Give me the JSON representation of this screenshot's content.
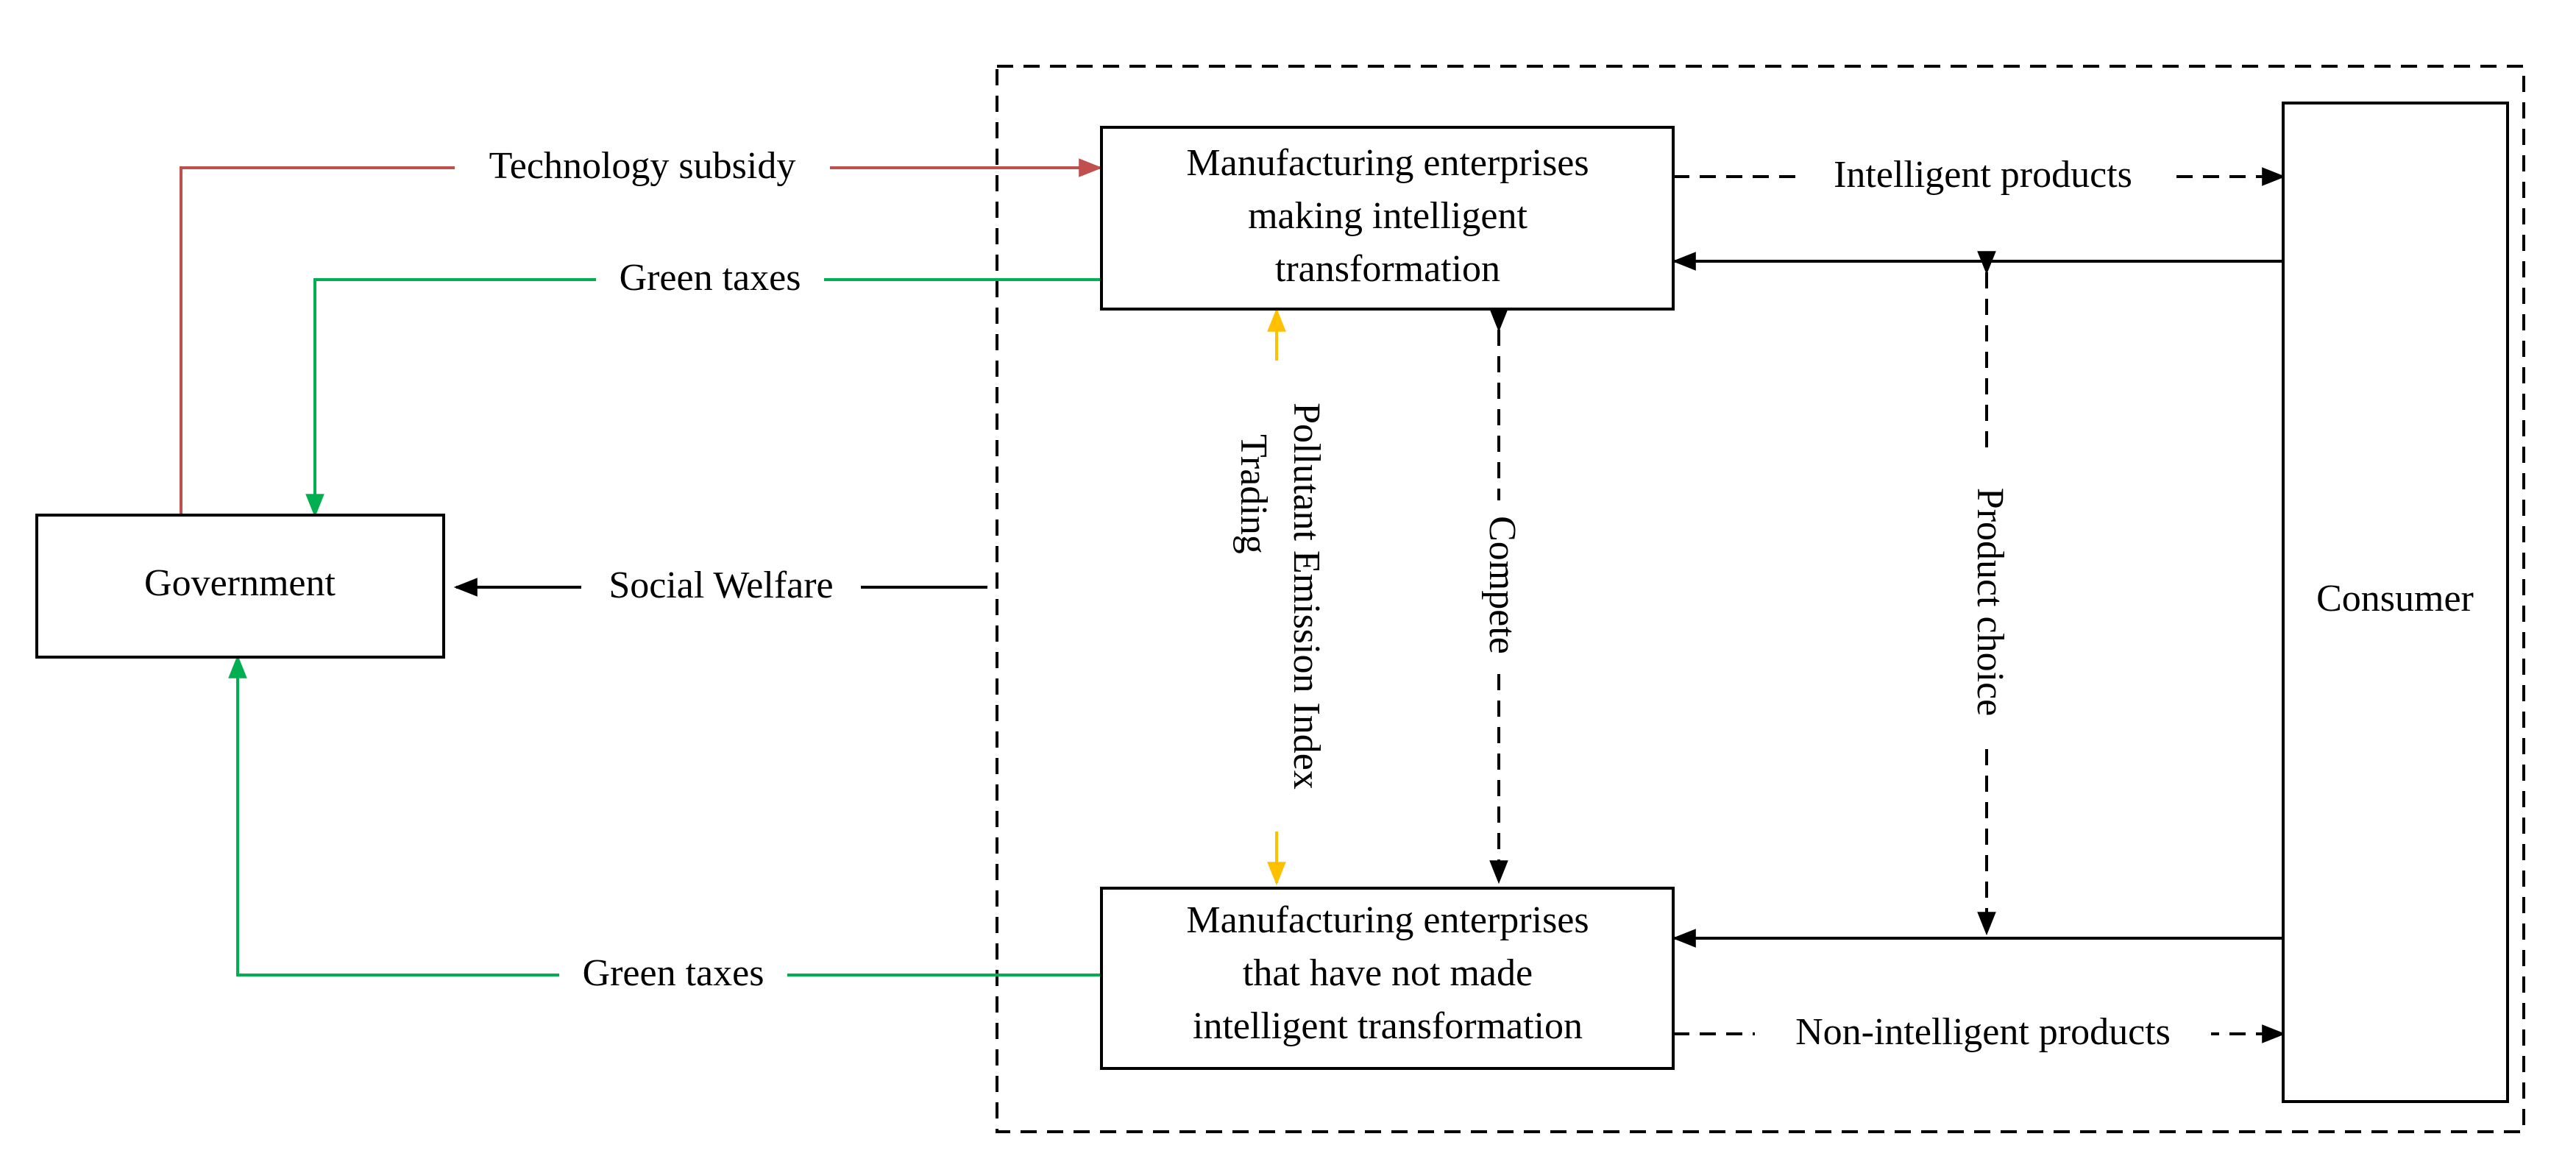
{
  "nodes": {
    "government": "Government",
    "consumer": "Consumer",
    "intelligent_line1": "Manufacturing enterprises",
    "intelligent_line2": "making intelligent",
    "intelligent_line3": "transformation",
    "nonintelligent_line1": "Manufacturing enterprises",
    "nonintelligent_line2": "that have not made",
    "nonintelligent_line3": "intelligent transformation"
  },
  "edges": {
    "technology_subsidy": "Technology subsidy",
    "green_taxes_top": "Green taxes",
    "green_taxes_bottom": "Green taxes",
    "social_welfare": "Social Welfare",
    "intelligent_products": "Intelligent products",
    "non_intelligent_products": "Non-intelligent products",
    "compete": "Compete",
    "product_choice": "Product choice",
    "pollutant_line1": "Pollutant Emission Index",
    "pollutant_line2": "Trading"
  },
  "colors": {
    "subsidy": "#C0504D",
    "green_tax": "#00B050",
    "pollutant": "#FFC000",
    "default": "#000000"
  }
}
